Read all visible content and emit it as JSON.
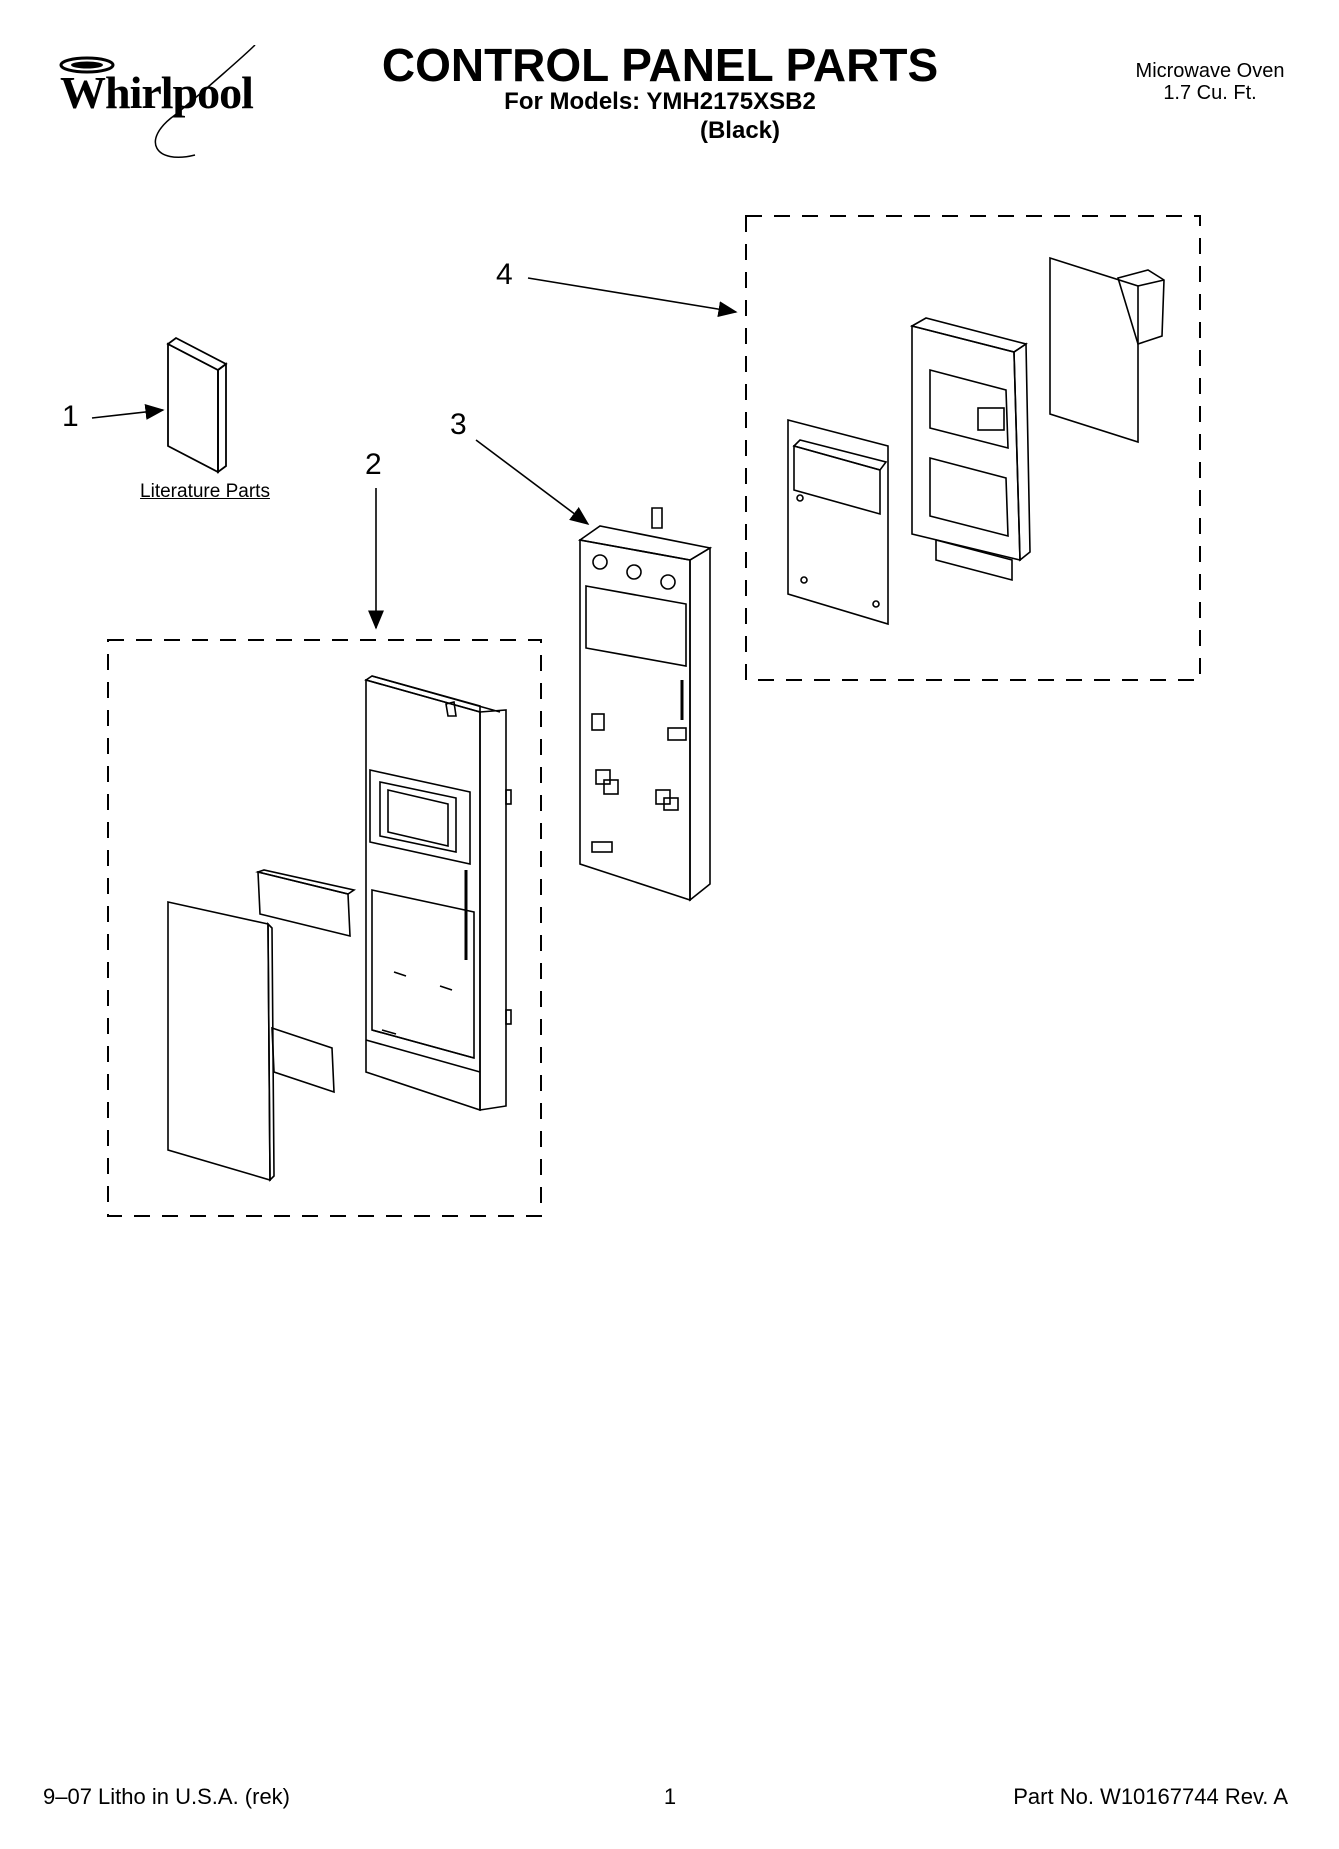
{
  "header": {
    "brand": "Whirlpool",
    "title": "CONTROL PANEL PARTS",
    "models_line": "For Models: YMH2175XSB2",
    "color_line": "(Black)",
    "product_line1": "Microwave Oven",
    "product_line2": "1.7 Cu. Ft."
  },
  "callouts": [
    "1",
    "2",
    "3",
    "4"
  ],
  "literature_label": "Literature Parts",
  "footer": {
    "left": "9–07 Litho in U.S.A. (rek)",
    "center": "1",
    "right": "Part No. W10167744 Rev. A"
  }
}
